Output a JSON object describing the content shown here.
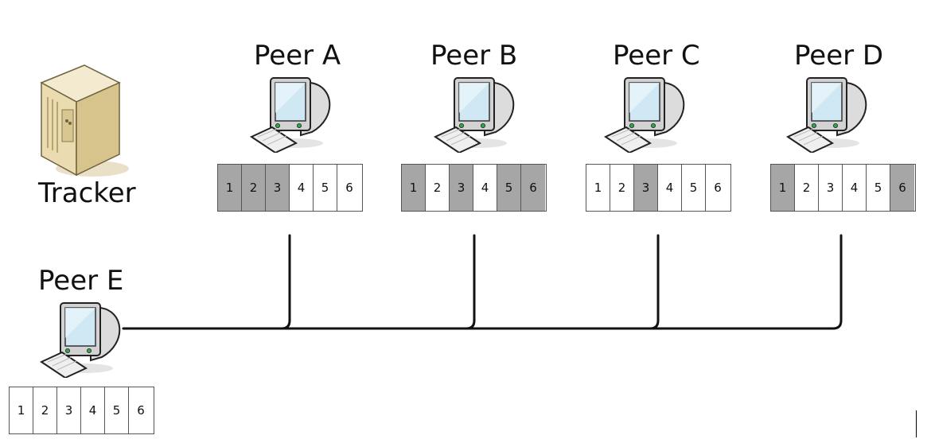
{
  "tracker": {
    "label": "Tracker",
    "icon": "server-icon"
  },
  "peers": [
    {
      "id": "a",
      "label": "Peer A",
      "icon": "computer-icon",
      "pieces": [
        {
          "n": "1",
          "have": true
        },
        {
          "n": "2",
          "have": true
        },
        {
          "n": "3",
          "have": true
        },
        {
          "n": "4",
          "have": false
        },
        {
          "n": "5",
          "have": false
        },
        {
          "n": "6",
          "have": false
        }
      ]
    },
    {
      "id": "b",
      "label": "Peer B",
      "icon": "computer-icon",
      "pieces": [
        {
          "n": "1",
          "have": true
        },
        {
          "n": "2",
          "have": false
        },
        {
          "n": "3",
          "have": true
        },
        {
          "n": "4",
          "have": false
        },
        {
          "n": "5",
          "have": true
        },
        {
          "n": "6",
          "have": true
        }
      ]
    },
    {
      "id": "c",
      "label": "Peer C",
      "icon": "computer-icon",
      "pieces": [
        {
          "n": "1",
          "have": false
        },
        {
          "n": "2",
          "have": false
        },
        {
          "n": "3",
          "have": true
        },
        {
          "n": "4",
          "have": false
        },
        {
          "n": "5",
          "have": false
        },
        {
          "n": "6",
          "have": false
        }
      ]
    },
    {
      "id": "d",
      "label": "Peer D",
      "icon": "computer-icon",
      "pieces": [
        {
          "n": "1",
          "have": true
        },
        {
          "n": "2",
          "have": false
        },
        {
          "n": "3",
          "have": false
        },
        {
          "n": "4",
          "have": false
        },
        {
          "n": "5",
          "have": false
        },
        {
          "n": "6",
          "have": true
        }
      ]
    },
    {
      "id": "e",
      "label": "Peer E",
      "icon": "computer-icon",
      "pieces": [
        {
          "n": "1",
          "have": false
        },
        {
          "n": "2",
          "have": false
        },
        {
          "n": "3",
          "have": false
        },
        {
          "n": "4",
          "have": false
        },
        {
          "n": "5",
          "have": false
        },
        {
          "n": "6",
          "have": false
        }
      ]
    }
  ],
  "colors": {
    "have": "#a6a6a6",
    "missing": "#ffffff",
    "line": "#111111"
  }
}
